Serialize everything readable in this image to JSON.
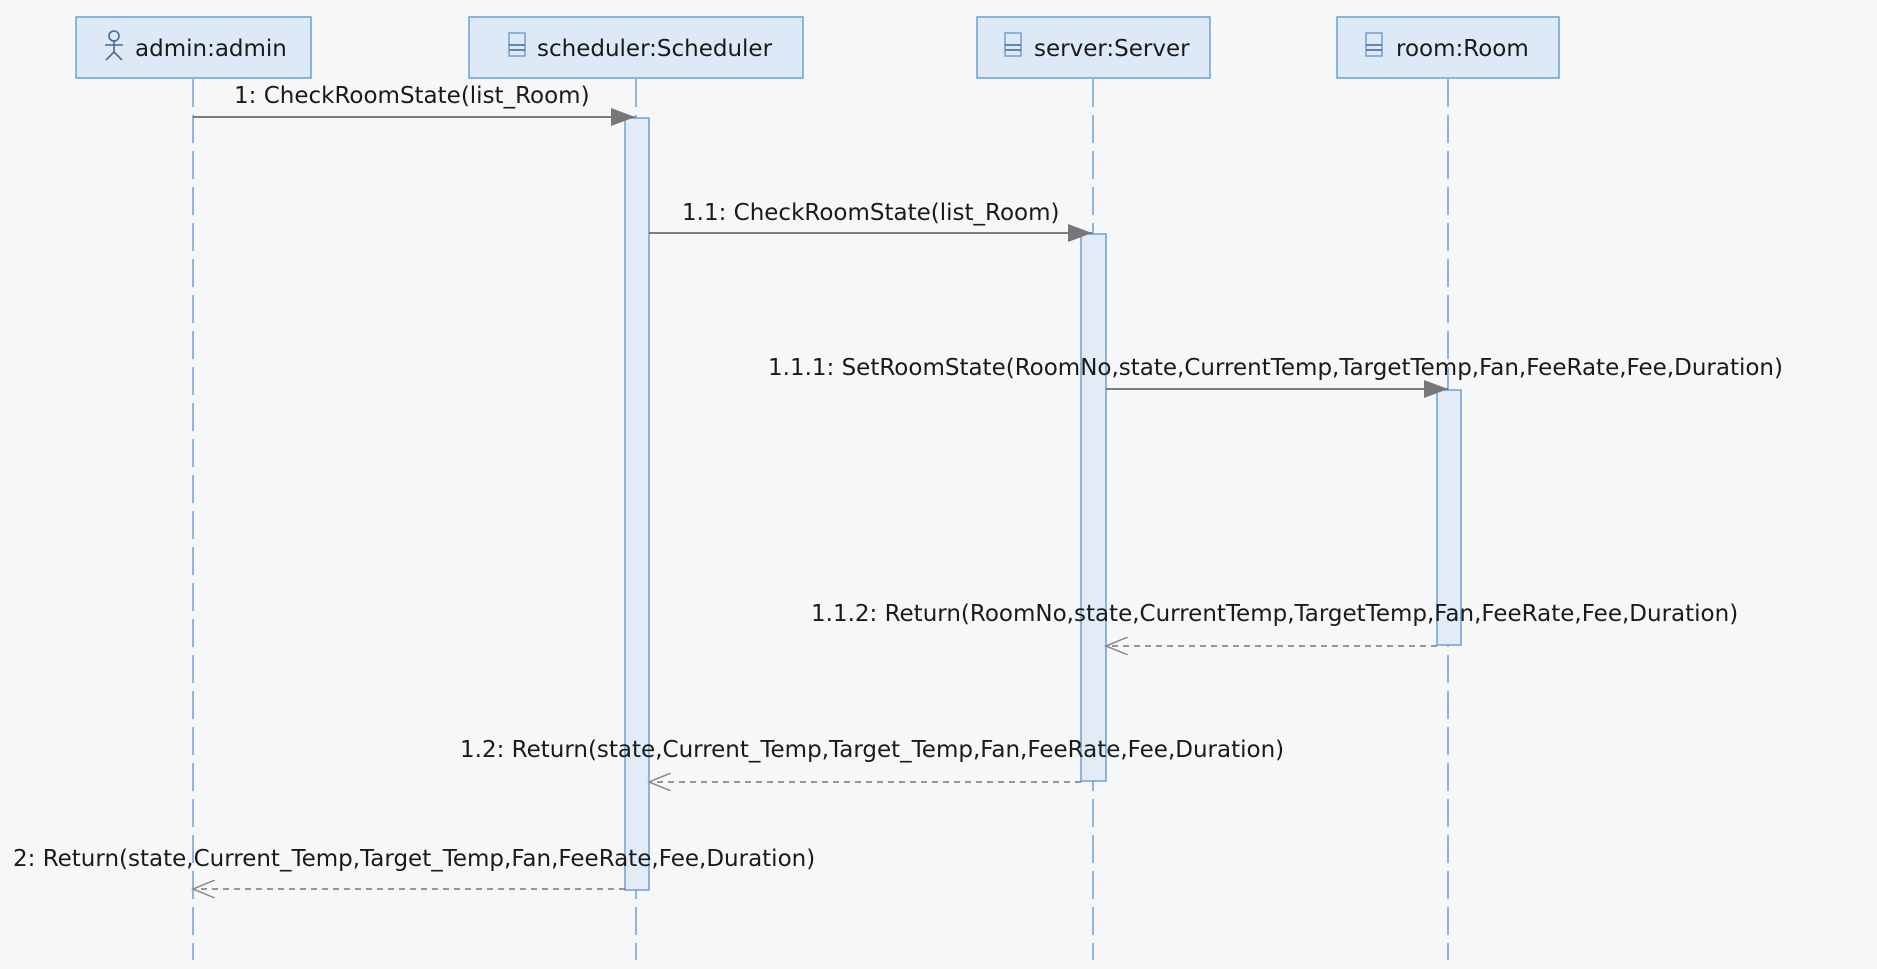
{
  "diagram": {
    "lifelines": [
      {
        "id": "admin",
        "label": "admin:admin",
        "icon": "actor-icon"
      },
      {
        "id": "scheduler",
        "label": "scheduler:Scheduler",
        "icon": "class-icon"
      },
      {
        "id": "server",
        "label": "server:Server",
        "icon": "class-icon"
      },
      {
        "id": "room",
        "label": "room:Room",
        "icon": "class-icon"
      }
    ],
    "messages": [
      {
        "number": "1",
        "label": "1: CheckRoomState(list_Room)",
        "from": "admin",
        "to": "scheduler",
        "kind": "synchronous"
      },
      {
        "number": "1.1",
        "label": "1.1: CheckRoomState(list_Room)",
        "from": "scheduler",
        "to": "server",
        "kind": "synchronous"
      },
      {
        "number": "1.1.1",
        "label": "1.1.1: SetRoomState(RoomNo,state,CurrentTemp,TargetTemp,Fan,FeeRate,Fee,Duration)",
        "from": "server",
        "to": "room",
        "kind": "synchronous"
      },
      {
        "number": "1.1.2",
        "label": "1.1.2: Return(RoomNo,state,CurrentTemp,TargetTemp,Fan,FeeRate,Fee,Duration)",
        "from": "room",
        "to": "server",
        "kind": "return"
      },
      {
        "number": "1.2",
        "label": "1.2: Return(state,Current_Temp,Target_Temp,Fan,FeeRate,Fee,Duration)",
        "from": "server",
        "to": "scheduler",
        "kind": "return"
      },
      {
        "number": "2",
        "label": "2: Return(state,Current_Temp,Target_Temp,Fan,FeeRate,Fee,Duration)",
        "from": "scheduler",
        "to": "admin",
        "kind": "return"
      }
    ]
  },
  "colors": {
    "background": "#f6f7f9",
    "lifeline_fill": "#dde9f6",
    "lifeline_stroke": "#6f9fd0",
    "message_line": "#555555",
    "return_line": "#777777",
    "text": "#1a1a1a"
  }
}
